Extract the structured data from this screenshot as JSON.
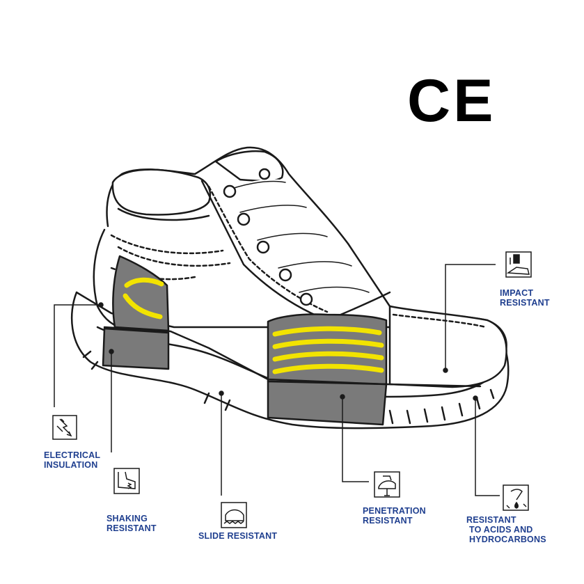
{
  "ce_mark": "CE",
  "features": {
    "impact": [
      "IMPACT",
      "RESISTANT"
    ],
    "electrical": [
      "ELECTRICAL",
      "INSULATION"
    ],
    "shaking": [
      "SHAKING",
      "RESISTANT"
    ],
    "slide": [
      "SLIDE RESISTANT"
    ],
    "penetration": [
      "PENETRATION",
      "RESISTANT"
    ],
    "acids": [
      "RESISTANT",
      "TO ACIDS AND",
      "HYDROCARBONS"
    ]
  },
  "colors": {
    "label": "#1f3f8f",
    "panel_gray": "#7a7a7a",
    "stripe_yellow": "#f2e300",
    "outline": "#1a1a1a"
  },
  "icons": {
    "impact": "falling-weight-on-boot-icon",
    "electrical": "lightning-bolt-icon",
    "shaking": "shock-absorbing-heel-icon",
    "slide": "slip-resistant-sole-icon",
    "penetration": "nail-penetration-icon",
    "acids": "chemical-drop-icon"
  }
}
